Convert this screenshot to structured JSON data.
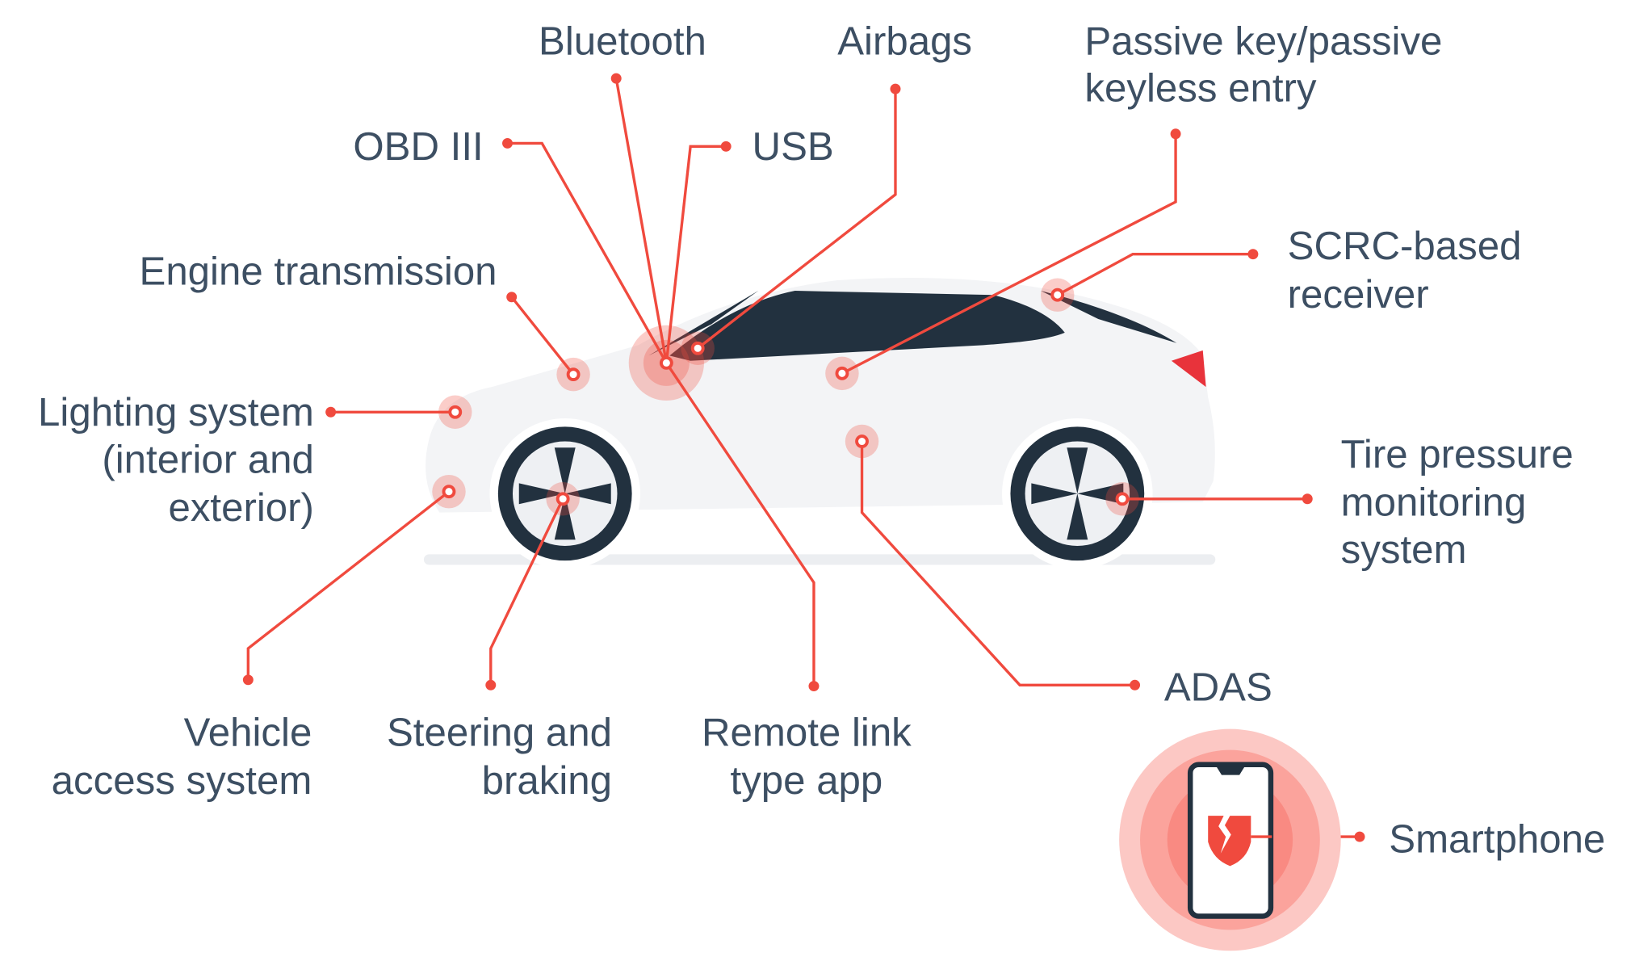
{
  "labels": {
    "bluetooth": "Bluetooth",
    "airbags": "Airbags",
    "passive_key": [
      "Passive key/passive",
      "keyless entry"
    ],
    "obd": "OBD III",
    "usb": "USB",
    "engine": "Engine transmission",
    "scrc": [
      "SCRC-based",
      "receiver"
    ],
    "lighting": [
      "Lighting system",
      "(interior and",
      "exterior)"
    ],
    "tire": [
      "Tire pressure",
      "monitoring",
      "system"
    ],
    "vehicle_access": [
      "Vehicle",
      "access system"
    ],
    "steering": [
      "Steering and",
      "braking"
    ],
    "remote": [
      "Remote link",
      "type app"
    ],
    "adas": "ADAS",
    "smartphone": "Smartphone"
  },
  "colors": {
    "accent": "#f04a3e",
    "text": "#3d4f63",
    "dark": "#22313f",
    "body": "#f3f4f6"
  }
}
